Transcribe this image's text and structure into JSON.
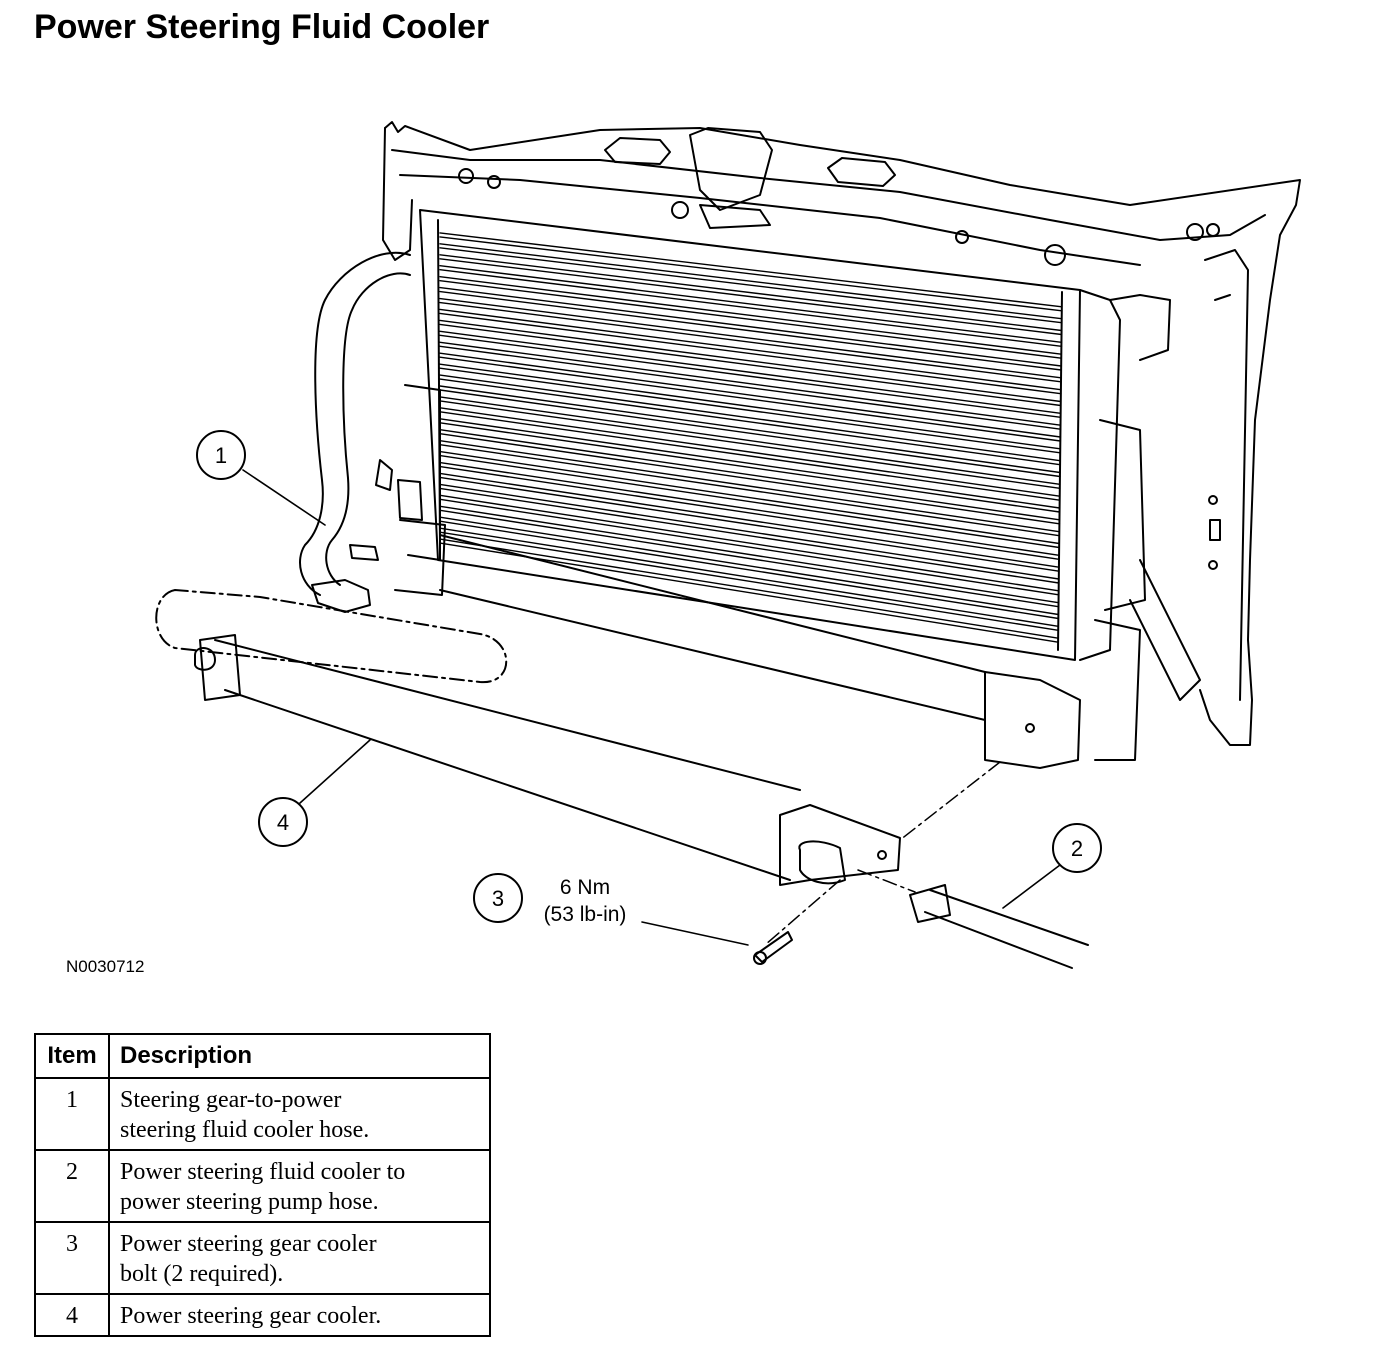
{
  "title": "Power Steering Fluid Cooler",
  "figure_id": "N0030712",
  "callouts": {
    "c1": "1",
    "c2": "2",
    "c3": "3",
    "c4": "4"
  },
  "torque": {
    "metric": "6 Nm",
    "imperial": "(53 lb-in)"
  },
  "legend": {
    "headers": {
      "item": "Item",
      "description": "Description"
    },
    "rows": [
      {
        "item": "1",
        "line1": "Steering gear-to-power",
        "line2": "steering fluid cooler hose."
      },
      {
        "item": "2",
        "line1": "Power steering fluid cooler to",
        "line2": "power steering pump hose."
      },
      {
        "item": "3",
        "line1": "Power steering gear cooler",
        "line2": "bolt (2 required)."
      },
      {
        "item": "4",
        "line1": "Power steering gear cooler.",
        "line2": ""
      }
    ]
  }
}
